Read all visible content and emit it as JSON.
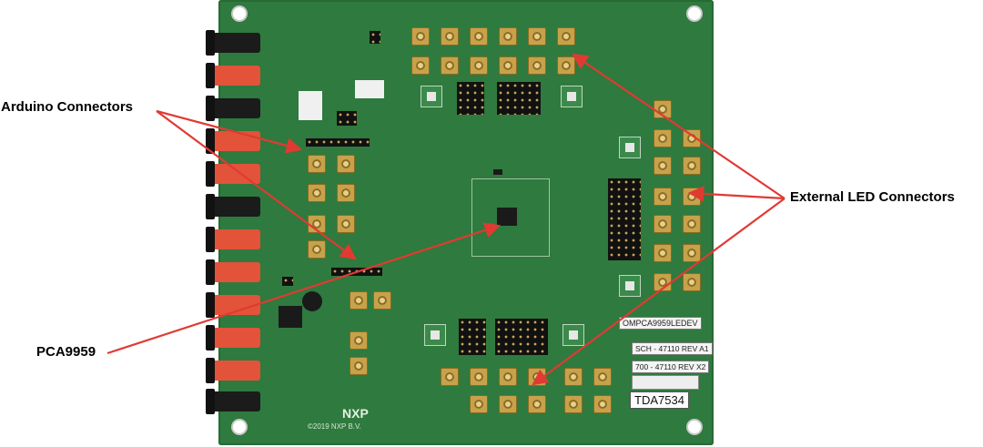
{
  "annotations": {
    "arduino": "Arduino Connectors",
    "external_led": "External LED Connectors",
    "pca": "PCA9959"
  },
  "board": {
    "labels": {
      "ompca": "OMPCA9959LEDEV",
      "sch": "SCH - 47110 REV A1",
      "rev": "700 - 47110 REV X2",
      "tda": "TDA7534"
    },
    "logo": "NXP",
    "copyright": "©2019 NXP B.V."
  },
  "colors": {
    "pcb": "#2f7a3e",
    "arrow": "#e03a33",
    "jack_red": "#e2533a",
    "jack_black": "#1b1b1b",
    "sma_gold": "#c7a24b"
  }
}
